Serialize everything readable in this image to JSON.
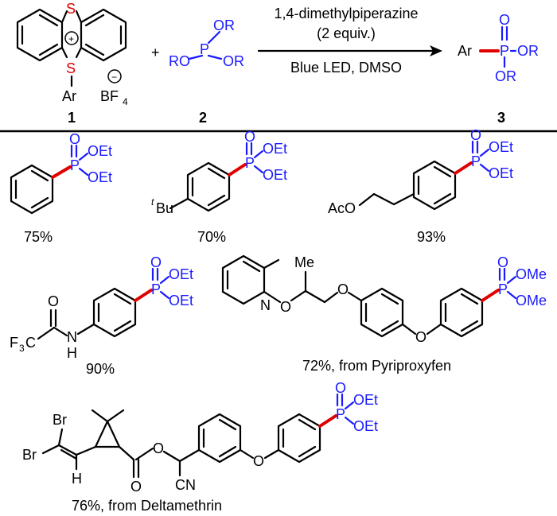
{
  "colors": {
    "reagent": "#1a1aff",
    "heteroatom": "#e00000",
    "new_bond": "#e00000",
    "ink": "#000000"
  },
  "reaction": {
    "sulfonium": {
      "S_top": "S",
      "S_bottom": "S",
      "charge": "+",
      "aryl": "Ar",
      "counterion_charge": "−",
      "counterion_main": "BF",
      "counterion_sub": "4",
      "number": "1"
    },
    "plus": "+",
    "phosphite": {
      "OR": "OR",
      "RO": "RO",
      "P": "P",
      "number": "2"
    },
    "arrow_top_1": "1,4-dimethylpiperazine",
    "arrow_top_2": "(2 equiv.)",
    "arrow_bottom": "Blue LED, DMSO",
    "product": {
      "Ar": "Ar",
      "P": "P",
      "O": "O",
      "OR": "OR",
      "number": "3"
    }
  },
  "products": [
    {
      "id": "phenyl",
      "yield": "75%",
      "P": "P",
      "O": "O",
      "OEt": "OEt"
    },
    {
      "id": "tbu-phenyl",
      "yield": "70%",
      "P": "P",
      "O": "O",
      "OEt": "OEt",
      "sub_t": "t",
      "sub_Bu": "Bu"
    },
    {
      "id": "acetoxyethyl",
      "yield": "93%",
      "P": "P",
      "O": "O",
      "OEt": "OEt",
      "AcO": "AcO"
    },
    {
      "id": "trifluoroacetamide",
      "yield": "90%",
      "P": "P",
      "O": "O",
      "OEt": "OEt",
      "F3C_F": "F",
      "F3C_sub": "3",
      "F3C_C": "C",
      "NH_N": "N",
      "NH_H": "H",
      "CO_O": "O"
    },
    {
      "id": "pyriproxyfen",
      "yield": "72%, from Pyriproxyfen",
      "P": "P",
      "O": "O",
      "OMe": "OMe",
      "N": "N",
      "Me": "Me",
      "ether_O": "O"
    },
    {
      "id": "deltamethrin",
      "yield": "76%, from Deltamethrin",
      "P": "P",
      "O": "O",
      "OEt": "OEt",
      "Br": "Br",
      "H": "H",
      "CN": "CN",
      "ester_O": "O"
    }
  ]
}
